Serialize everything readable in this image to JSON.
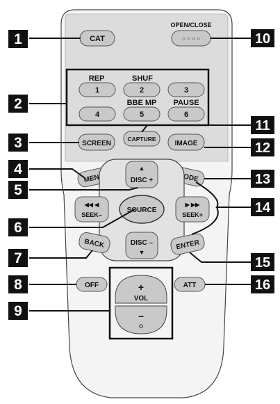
{
  "labels": {
    "cat": "CAT",
    "open_close": "OPEN/CLOSE",
    "open_close_dots": "○ ○ ○ ○",
    "rep": "REP",
    "shuf": "SHUF",
    "bbe_mp": "BBE MP",
    "pause": "PAUSE",
    "num1": "1",
    "num2": "2",
    "num3": "3",
    "num4": "4",
    "num5": "5",
    "num6": "6",
    "screen": "SCREEN",
    "capture": "CAPTURE",
    "image": "IMAGE",
    "menu": "MENU",
    "mode": "MODE",
    "disc_plus": "DISC +",
    "disc_minus": "DISC –",
    "source": "SOURCE",
    "seek_minus": "SEEK–",
    "seek_plus": "SEEK+",
    "back": "BACK",
    "enter": "ENTER",
    "off": "OFF",
    "att": "ATT",
    "vol": "VOL",
    "vol_plus": "+",
    "vol_minus": "–"
  },
  "callouts": [
    "1",
    "2",
    "3",
    "4",
    "5",
    "6",
    "7",
    "8",
    "9",
    "10",
    "11",
    "12",
    "13",
    "14",
    "15",
    "16"
  ],
  "colors": {
    "body": "#f4f4f4",
    "panel": "#dcdcdc",
    "button": "#c9c9c9",
    "callout_bg": "#111111",
    "line": "#111111"
  }
}
